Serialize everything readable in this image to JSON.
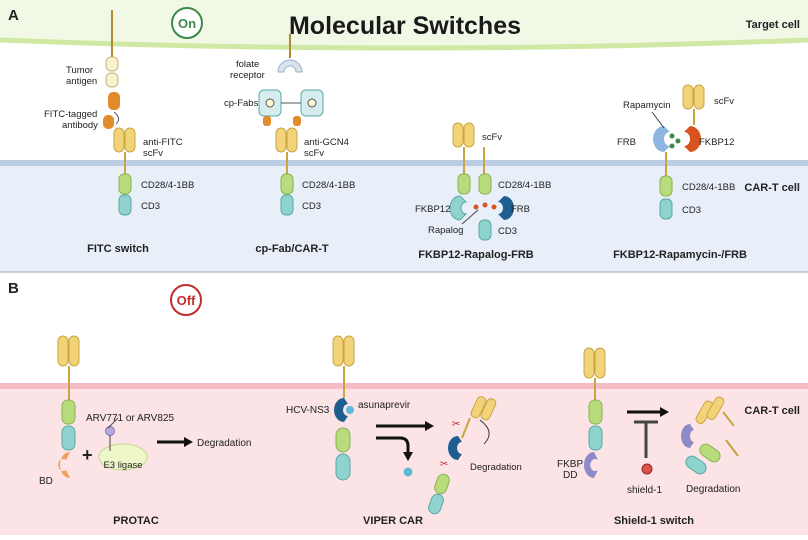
{
  "colors": {
    "cell_membrane": "#cfe8a3",
    "on_target_bg": "#ffffff",
    "on_cart_bg": "#e8eff8",
    "off_target_bg": "#ffffff",
    "off_cart_bg": "#fbe3e6",
    "scfv_yellow": "#f3d37a",
    "green_domain": "#b8dc7c",
    "teal_domain": "#8fd3cf",
    "orange": "#f0a059",
    "red_fkbp": "#d9531e",
    "blue_frb": "#1f5f8f",
    "purple": "#8e8ac7",
    "on_green": "#3b8a47",
    "off_red": "#c02d2d"
  },
  "panel_a": {
    "letter": "A",
    "badge": "On",
    "title": "Molecular Switches",
    "target_label": "Target cell",
    "cart_label": "CAR-T cell",
    "fitc": {
      "tumor_antigen": "Tumor antigen",
      "fitc_antibody": "FITC-tagged antibody",
      "anti_fitc": "anti-FITC scFv",
      "cd28": "CD28/4-1BB",
      "cd3": "CD3",
      "caption": "FITC switch"
    },
    "cpfab": {
      "folate_receptor": "folate receptor",
      "cp_fabs": "cp-Fabs",
      "anti_gcn4": "anti-GCN4 scFv",
      "cd28": "CD28/4-1BB",
      "cd3": "CD3",
      "caption": "cp-Fab/CAR-T"
    },
    "rapalog": {
      "scfv": "scFv",
      "cd28": "CD28/4-1BB",
      "fkbp12": "FKBP12",
      "frb": "FRB",
      "rapalog": "Rapalog",
      "cd3": "CD3",
      "caption": "FKBP12-Rapalog-FRB"
    },
    "rapamycin": {
      "rapamycin": "Rapamycin",
      "scfv": "scFv",
      "frb": "FRB",
      "fkbp12": "FKBP12",
      "cd28": "CD28/4-1BB",
      "cd3": "CD3",
      "caption": "FKBP12-Rapamycin-/FRB"
    }
  },
  "panel_b": {
    "letter": "B",
    "badge": "Off",
    "cart_label": "CAR-T cell",
    "protac": {
      "arv": "ARV771 or ARV825",
      "plus": "+",
      "degradation": "Degradation",
      "e3": "E3 ligase",
      "bd": "BD",
      "caption": "PROTAC"
    },
    "viper": {
      "hcv": "HCV-NS3",
      "asunaprevir": "asunaprevir",
      "degradation": "Degradation",
      "caption": "VIPER CAR"
    },
    "shield": {
      "fkbp_dd_1": "FKBP",
      "fkbp_dd_2": "DD",
      "shield1": "shield-1",
      "degradation": "Degradation",
      "caption": "Shield-1 switch"
    }
  }
}
